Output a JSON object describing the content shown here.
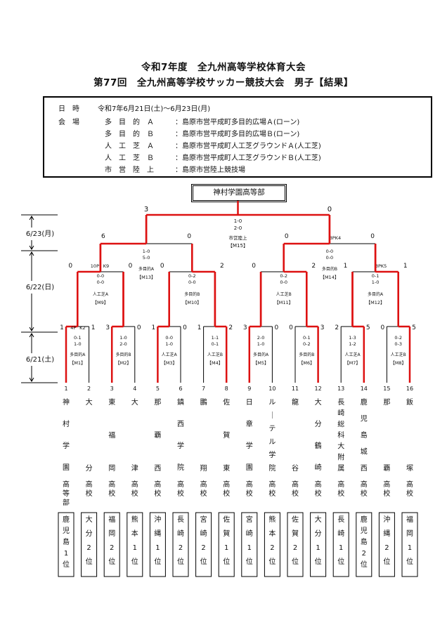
{
  "title": {
    "line1": "令和7年度　全九州高等学校体育大会",
    "line2": "第77回　全九州高等学校サッカー競技大会　男子【結果】"
  },
  "info": {
    "date_label": "日　時",
    "date_value": "令和7年6月21日(土)～6月23日(月)",
    "venue_label": "会　場",
    "venues": [
      {
        "name": "多　目　的　Ａ",
        "value": "：島原市営平成町多目的広場Ａ(ローン)"
      },
      {
        "name": "多　目　的　Ｂ",
        "value": "：島原市営平成町多目的広場Ｂ(ローン)"
      },
      {
        "name": "人　工　芝　Ａ",
        "value": "：島原市営平成町人工芝グラウンドＡ(人工芝)"
      },
      {
        "name": "人　工　芝　Ｂ",
        "value": "：島原市営平成町人工芝グラウンドＢ(人工芝)"
      },
      {
        "name": "市　営　陸　上",
        "value": "：島原市営陸上競技場"
      }
    ]
  },
  "champion": "神村学園高等部",
  "dates": [
    "6/23(月)",
    "6/22(日)",
    "6/21(土)"
  ],
  "teams": [
    {
      "no": "1",
      "name": "神村学園",
      "school": "高等部",
      "pref": "鹿児島",
      "rank": "1位"
    },
    {
      "no": "2",
      "name": "大分",
      "school": "高校",
      "pref": "大分",
      "rank": "2位"
    },
    {
      "no": "3",
      "name": "東福岡",
      "school": "高校",
      "pref": "福岡",
      "rank": "2位"
    },
    {
      "no": "4",
      "name": "大津",
      "school": "高校",
      "pref": "熊本",
      "rank": "1位"
    },
    {
      "no": "5",
      "name": "那覇西",
      "school": "高校",
      "pref": "沖縄",
      "rank": "1位"
    },
    {
      "no": "6",
      "name": "鎮西学院",
      "school": "高校",
      "pref": "長崎",
      "rank": "2位"
    },
    {
      "no": "7",
      "name": "鵬翔",
      "school": "高校",
      "pref": "宮崎",
      "rank": "2位"
    },
    {
      "no": "8",
      "name": "佐賀東",
      "school": "高校",
      "pref": "佐賀",
      "rank": "1位"
    },
    {
      "no": "9",
      "name": "日章学園",
      "school": "高校",
      "pref": "宮崎",
      "rank": "1位"
    },
    {
      "no": "10",
      "name": "ルーテル学院",
      "school": "高校",
      "pref": "熊本",
      "rank": "2位"
    },
    {
      "no": "11",
      "name": "龍谷",
      "school": "高校",
      "pref": "佐賀",
      "rank": "2位"
    },
    {
      "no": "12",
      "name": "大分鶴崎",
      "school": "高校",
      "pref": "大分",
      "rank": "1位"
    },
    {
      "no": "13",
      "name": "長崎総科大附属",
      "school": "高校",
      "pref": "長崎",
      "rank": "1位"
    },
    {
      "no": "14",
      "name": "鹿児島城西",
      "school": "高校",
      "pref": "鹿児島",
      "rank": "2位"
    },
    {
      "no": "15",
      "name": "那覇",
      "school": "高校",
      "pref": "沖縄",
      "rank": "2位"
    },
    {
      "no": "16",
      "name": "飯塚",
      "school": "高校",
      "pref": "福岡",
      "rank": "1位"
    }
  ],
  "r1": [
    {
      "left": "1",
      "right": "1",
      "pk_left": "4P",
      "pk_right": "K2",
      "h1": "0-1",
      "h2": "1-0",
      "venue": "多目的A",
      "match": "【M1】",
      "winner": "left"
    },
    {
      "left": "3",
      "right": "0",
      "pk_left": "",
      "pk_right": "",
      "h1": "1-0",
      "h2": "2-0",
      "venue": "多目的B",
      "match": "【M2】",
      "winner": "left"
    },
    {
      "left": "1",
      "right": "0",
      "pk_left": "",
      "pk_right": "",
      "h1": "0-0",
      "h2": "1-0",
      "venue": "人工芝A",
      "match": "【M3】",
      "winner": "left"
    },
    {
      "left": "1",
      "right": "2",
      "pk_left": "",
      "pk_right": "",
      "h1": "1-1",
      "h2": "0-1",
      "venue": "人工芝B",
      "match": "【M4】",
      "winner": "right"
    },
    {
      "left": "3",
      "right": "0",
      "pk_left": "",
      "pk_right": "",
      "h1": "2-0",
      "h2": "1-0",
      "venue": "多目的A",
      "match": "【M5】",
      "winner": "left"
    },
    {
      "left": "0",
      "right": "3",
      "pk_left": "",
      "pk_right": "",
      "h1": "0-1",
      "h2": "0-2",
      "venue": "多目的B",
      "match": "【M6】",
      "winner": "right"
    },
    {
      "left": "2",
      "right": "5",
      "pk_left": "",
      "pk_right": "",
      "h1": "1-3",
      "h2": "1-2",
      "venue": "人工芝A",
      "match": "【M7】",
      "winner": "right"
    },
    {
      "left": "0",
      "right": "5",
      "pk_left": "",
      "pk_right": "",
      "h1": "0-2",
      "h2": "0-3",
      "venue": "人工芝B",
      "match": "【M8】",
      "winner": "right"
    }
  ],
  "r2": [
    {
      "left": "0",
      "right": "0",
      "pk_left": "10P",
      "pk_right": "K9",
      "h1": "0-0",
      "h2": "0-0",
      "venue": "人工芝A",
      "match": "【M9】",
      "winner": "left"
    },
    {
      "left": "0",
      "right": "2",
      "pk_left": "",
      "pk_right": "",
      "h1": "0-2",
      "h2": "0-0",
      "venue": "多目的B",
      "match": "【M10】",
      "winner": "right"
    },
    {
      "left": "0",
      "right": "2",
      "pk_left": "",
      "pk_right": "",
      "h1": "0-2",
      "h2": "0-0",
      "venue": "人工芝B",
      "match": "【M11】",
      "winner": "right"
    },
    {
      "left": "1",
      "right": "1",
      "pk_left": "",
      "pk_right": "3PK5",
      "h1": "0-1",
      "h2": "1-0",
      "venue": "多目的A",
      "match": "【M12】",
      "winner": "right"
    }
  ],
  "sf": [
    {
      "left": "6",
      "right": "0",
      "pk_left": "",
      "pk_right": "",
      "h1": "1-0",
      "h2": "5-0",
      "venue": "多目的A",
      "match": "【M13】",
      "winner": "left"
    },
    {
      "left": "0",
      "right": "0",
      "pk_left": "",
      "pk_right": "3PK4",
      "h1": "0-0",
      "h2": "0-0",
      "venue": "多目的B",
      "match": "【M14】",
      "winner": "left"
    }
  ],
  "final": {
    "left": "3",
    "right": "0",
    "h1": "1-0",
    "h2": "2-0",
    "venue": "市営陸上",
    "match": "【M15】",
    "winner": "left"
  },
  "colors": {
    "win": "#dd1111",
    "line": "#000000"
  }
}
